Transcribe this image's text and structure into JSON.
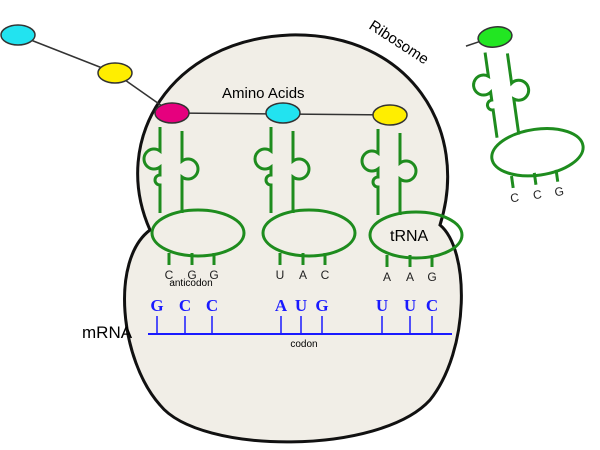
{
  "labels": {
    "ribosome": "Ribosome",
    "amino_acids": "Amino Acids",
    "trna": "tRNA",
    "anticodon": "anticodon",
    "codon": "codon",
    "mrna": "mRNA"
  },
  "trnas": [
    {
      "anticodon": [
        "C",
        "G",
        "G"
      ],
      "amino_acid_color": "#e6007e"
    },
    {
      "anticodon": [
        "U",
        "A",
        "C"
      ],
      "amino_acid_color": "#22e3f0"
    },
    {
      "anticodon": [
        "A",
        "A",
        "G"
      ],
      "amino_acid_color": "#ffee00"
    },
    {
      "anticodon": [
        "C",
        "C",
        "G"
      ],
      "amino_acid_color": "#22e622"
    }
  ],
  "chain_colors": [
    "#22e3f0",
    "#ffee00"
  ],
  "mrna_codons": [
    [
      "G",
      "C",
      "C"
    ],
    [
      "A",
      "U",
      "G"
    ],
    [
      "U",
      "U",
      "C"
    ]
  ],
  "colors": {
    "ribosome_fill": "#f1eee7",
    "trna": "#1e8c1e",
    "mrna": "#1a1aff"
  }
}
